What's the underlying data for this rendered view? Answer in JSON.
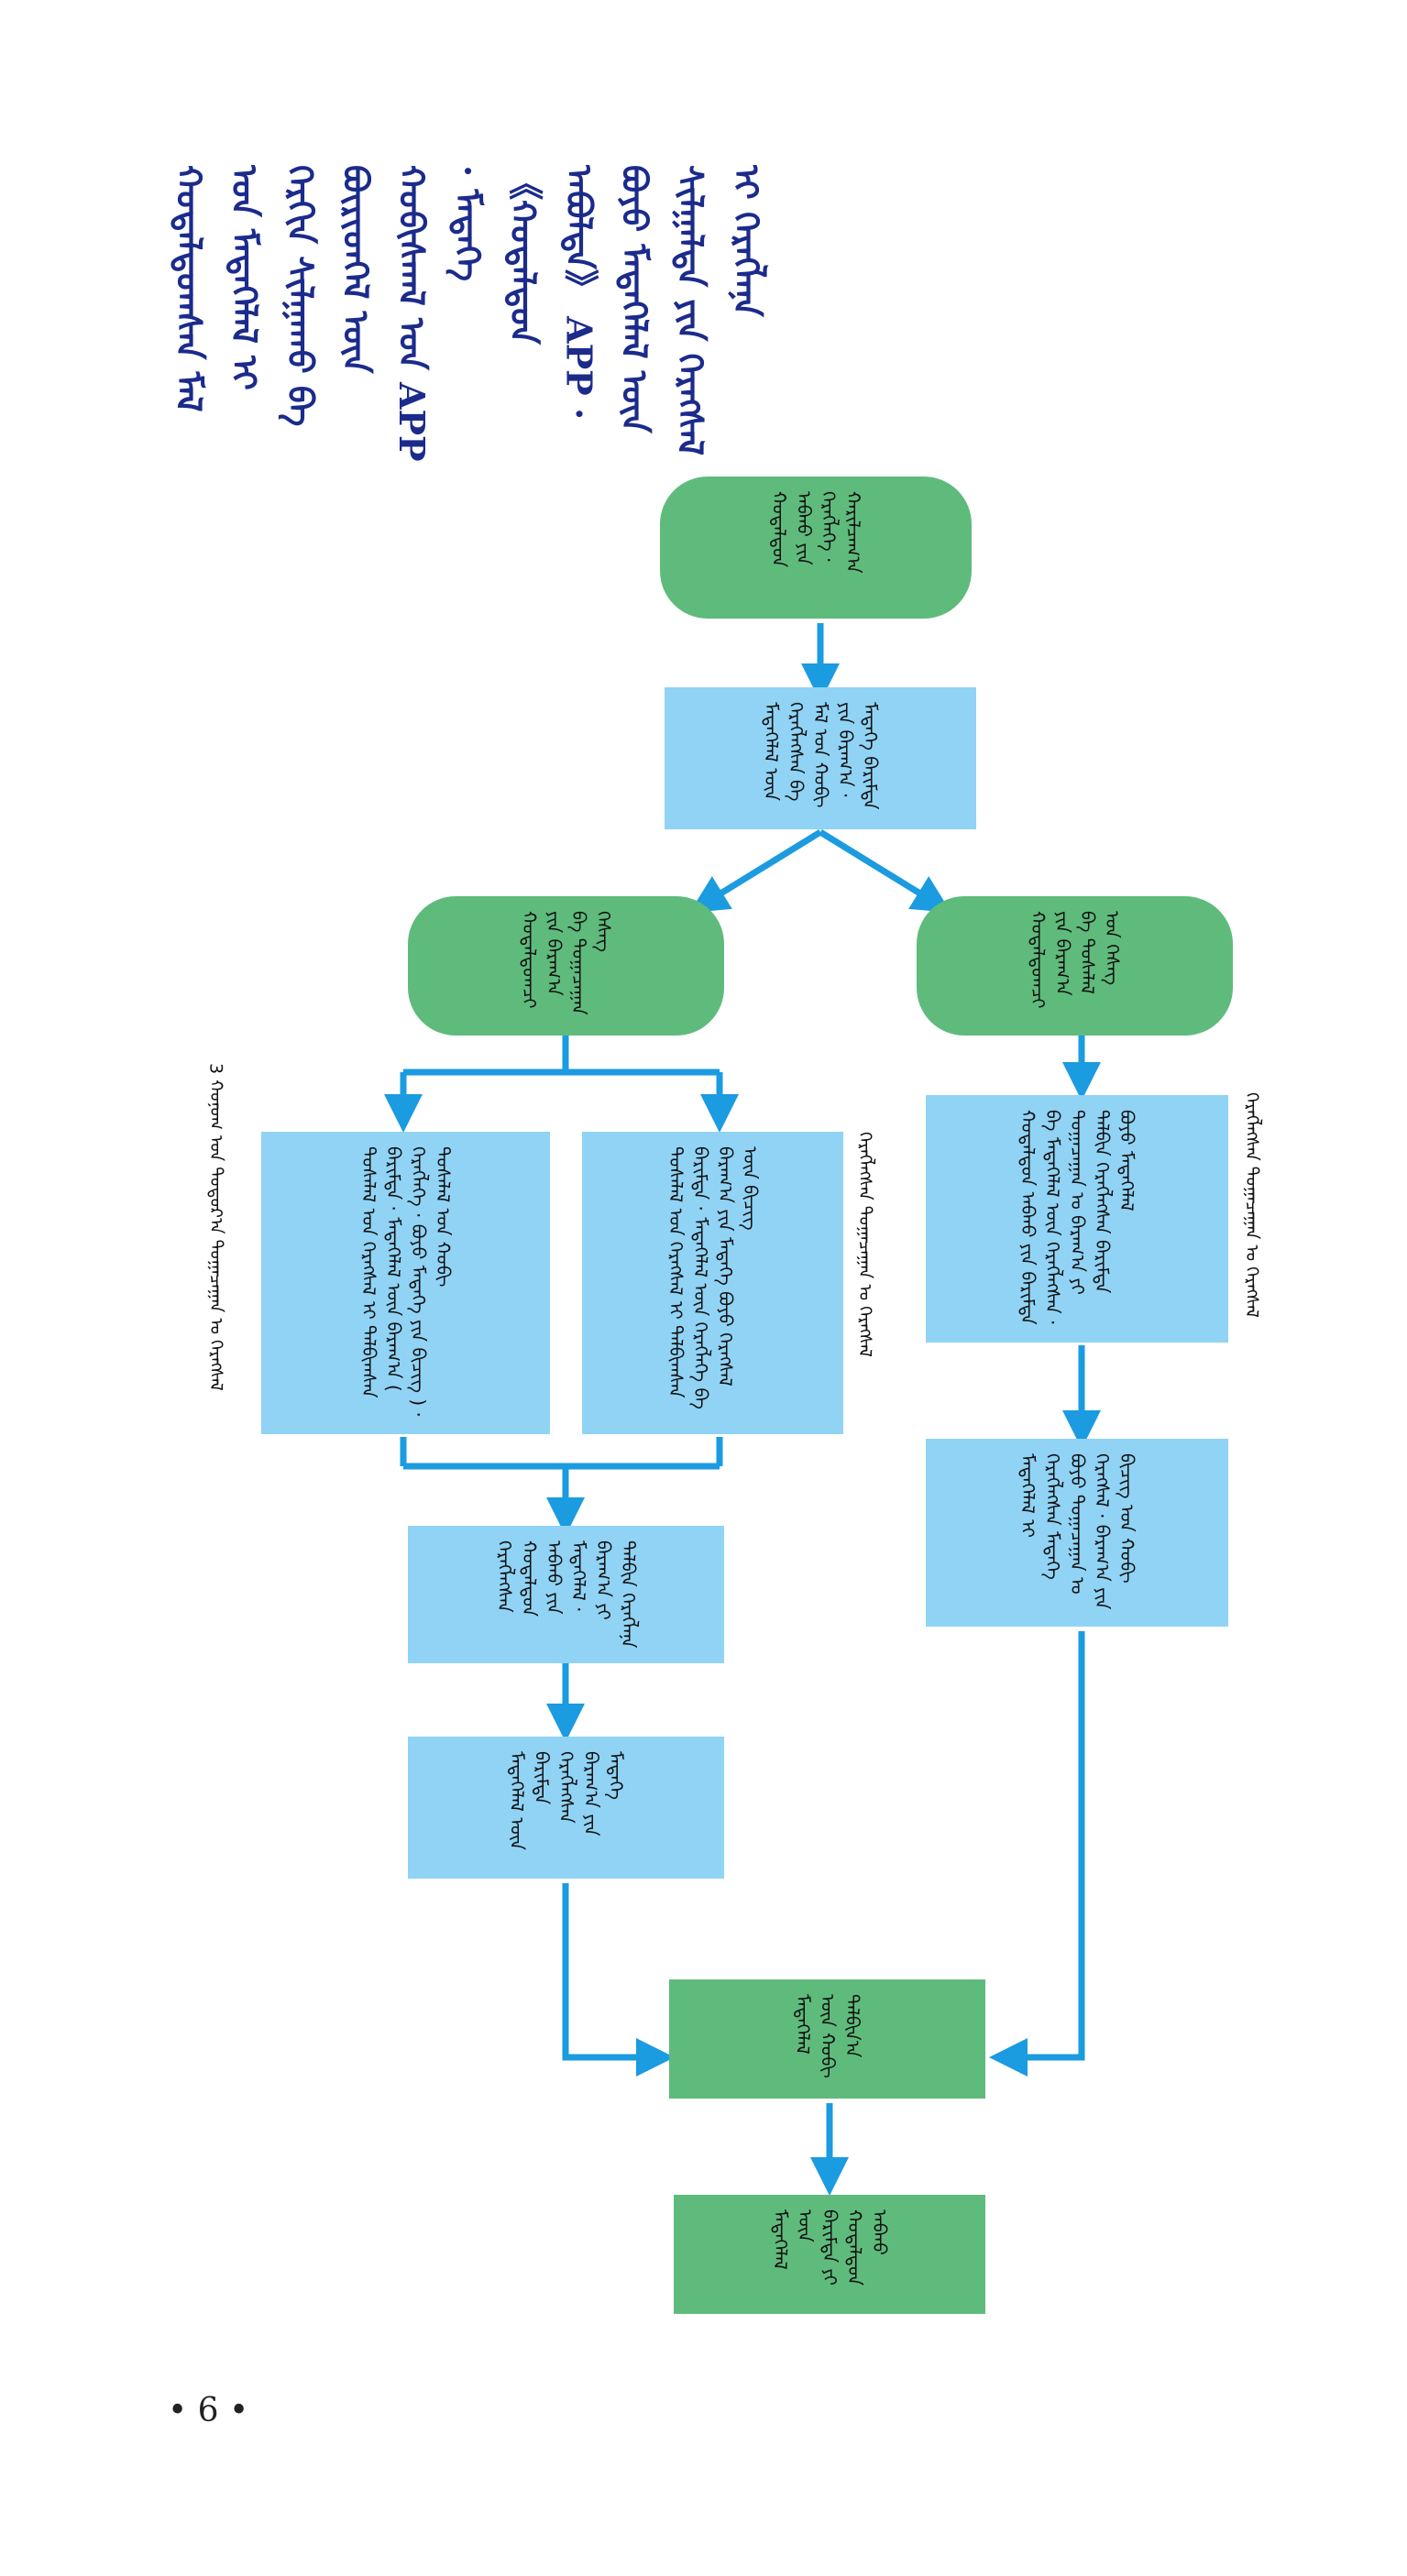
{
  "heading": "ᠬᠣᠳᠠᠯᠳᠤᠭᠰᠠᠨ ᠮᠠᠯ ᠤᠨ ᠮᠡᠳᠡᠭᠡᠯᠡᠯ ᠢ ᠬᠡᠷᠬᠢᠨ ᠰᠢᠯᠭᠠᠬᠤ ᠪᠡ ᠪᠦᠷᠢᠳᠬᠡᠯ ᠦᠨ ᠬᠤᠪᠢᠰᠬᠠᠯ ᠤᠨ APP · ᠮᠡᠳᠡᠭᠡ 《ᠬᠤᠳᠠᠯᠳᠤᠨ ᠠᠪᠤᠯᠲᠠ》 APP · ᠪᠤᠶᠤ ᠮᠡᠳᠡᠭᠡᠯᠡᠯ ᠦᠨ ᠰᠢᠯᠭᠠᠯᠲᠠ ᠶᠢᠨ ᠬᠡᠷᠡᠭᠰᠡᠯ ᠢ ᠬᠡᠷᠡᠭᠯᠡᠨᠡ",
  "flow": {
    "n1": "ᠬᠤᠳᠠᠯᠳᠤᠨ ᠠᠪᠬᠤ ᠶᠢᠨ ᠬᠡᠷᠡᠭᠯᠡᠭᠡ · ᠬᠠᠷᠢᠯᠴᠠᠭ᠎ᠠ",
    "n2": "ᠮᠡᠳᠡᠭᠡᠯᠡᠯ ᠦᠨ ᠬᠡᠷᠡᠭᠯᠡᠭᠰᠡᠨ ᠪᠠ ᠮᠠᠯ ᠤᠨ ᠬᠤᠪᠢ ᠶᠢᠨ ᠪᠠᠷᠠᠭ᠎ᠠ · ᠮᠡᠳᠡᠭᠡ ᠪᠠᠷᠢᠮᠲᠠ",
    "n3": "ᠬᠤᠳᠠᠯᠳᠤᠭᠴᠢ ᠶᠢᠨ ᠪᠠᠷᠠᠭ᠎ᠠ ᠪᠠ ᠲᠣᠭᠠᠴᠠᠭᠠᠨ ᠬᠡᠰᠡᠭ",
    "n4": "ᠬᠤᠳᠠᠯᠳᠤᠭᠴᠢ ᠶᠢᠨ ᠪᠠᠷᠠᠭ᠎ᠠ ᠪᠠ ᠲᠤᠰᠠᠯᠠᠯ ᠤᠨ ᠬᠡᠰᠡᠭ",
    "n5": "ᠬᠤᠳᠠᠯᠳᠤᠨ ᠠᠪᠬᠤ ᠶᠢᠨ ᠪᠠᠷᠢᠮᠲᠠ ᠪᠠ ᠮᠡᠳᠡᠭᠡᠯᠡᠯ ᠦᠨ ᠬᠡᠷᠡᠭᠯᠡᠭᠰᠡᠨ · ᠲᠣᠭᠠᠴᠠᠭᠠᠨ ᠤ ᠪᠠᠷᠠᠭ᠎ᠠ ᠶᠢ ᠲᠠᠯᠪᠢᠨ ᠬᠡᠷᠡᠭᠯᠡᠭᠰᠡᠨ ᠪᠠᠷᠢᠮᠲᠠ ᠪᠤᠶᠤ ᠮᠡᠳᠡᠭᠡᠯᠡᠯ",
    "n6": "ᠮᠡᠳᠡᠭᠡᠯᠡᠯ ᠢ ᠬᠡᠷᠡᠭᠯᠡᠭᠰᠡᠨ ᠮᠡᠳᠡᠭᠡ ᠪᠤᠶᠤ ᠲᠣᠭᠠᠴᠠᠭᠠᠨ ᠤ ᠬᠡᠷᠡᠭᠰᠡᠯ · ᠪᠠᠷᠠᠭ᠎ᠠ ᠶᠢᠨ ᠪᠢᠴᠢᠭ ᠤᠨ ᠬᠤᠪᠢ",
    "n7": "ᠲᠤᠰᠠᠯᠠᠯ ᠤᠨ ᠬᠡᠷᠡᠭᠰᠡᠯ ᠢ ᠲᠠᠯᠪᠢᠭᠰᠠᠨ ᠪᠠᠷᠢᠮᠲᠠ · ᠮᠡᠳᠡᠭᠡᠯᠡᠯ ᠦᠨ ᠬᠡᠷᠡᠭᠯᠡᠭᠡ ᠪᠠ ᠪᠠᠷᠠᠭ᠎ᠠ ᠶᠢᠨ ᠮᠡᠳᠡᠭᠡ ᠪᠤᠶᠤ ᠬᠡᠷᠡᠭᠰᠡᠯ ᠦᠨ ᠪᠢᠴᠢᠭ",
    "n8": "ᠲᠤᠰᠠᠯᠠᠯ ᠤᠨ ᠬᠡᠷᠡᠭᠰᠡᠯ ᠢ ᠲᠠᠯᠪᠢᠭᠰᠠᠨ ᠪᠠᠷᠢᠮᠲᠠ · ᠮᠡᠳᠡᠭᠡᠯᠡᠯ ᠦᠨ ᠪᠠᠷᠠᠭ᠎ᠠ ( ᠬᠡᠷᠡᠭᠯᠡᠭᠡ · ᠪᠤᠶᠤ ᠮᠡᠳᠡᠭᠡ ᠶᠢᠨ ᠪᠢᠴᠢᠭ ) · ᠲᠤᠰᠠᠯᠠᠯ ᠤᠨ ᠬᠤᠪᠢ",
    "n9": "ᠬᠡᠷᠡᠭᠯᠡᠭᠰᠡᠨ ᠬᠤᠳᠠᠯᠳᠤᠨ ᠠᠪᠬᠤ ᠶᠢᠨ ᠮᠡᠳᠡᠭᠡᠯᠡᠯ · ᠪᠠᠷᠠᠭ᠎ᠠ ᠶᠢ ᠲᠠᠯᠪᠢᠨ ᠬᠡᠷᠡᠭᠯᠡᠨᠡ",
    "n10": "ᠮᠡᠳᠡᠭᠡᠯᠡᠯ ᠦᠨ ᠪᠠᠷᠢᠮᠲᠠ ᠬᠡᠷᠡᠭᠯᠡᠭᠰᠡᠨ ᠪᠠᠷᠠᠭ᠎ᠠ ᠶᠢᠨ ᠮᠡᠳᠡᠭᠡ",
    "n11": "ᠮᠡᠳᠡᠭᠡᠯᠡᠯ ᠦᠨ ᠬᠤᠪᠢ ᠲᠠᠯᠪᠢᠨ᠎ᠠ",
    "n12": "ᠮᠡᠳᠡᠭᠡᠯᠡᠯ ᠦᠨ ᠪᠠᠷᠢᠮᠲᠠ ᠶᠢ ᠬᠤᠳᠠᠯᠳᠤᠨ ᠠᠪᠬᠤ"
  },
  "captions": {
    "c1": "ᠬᠡᠷᠡᠭᠯᠡᠭᠰᠡᠨ ᠲᠣᠭᠠᠴᠠᠭᠠᠨ ᠤ ᠬᠡᠷᠡᠭᠰᠡᠯ",
    "c2": "ᠬᠡᠷᠡᠭᠯᠡᠭᠰᠡᠨ ᠲᠣᠭᠠᠴᠠᠭᠠᠨ ᠤ ᠬᠡᠷᠡᠭᠰᠡᠯ",
    "c3": "3 ᠬᠤᠨᠤᠭ ᠤᠨ ᠳᠣᠲᠣᠷ᠎ᠠ ᠲᠣᠭᠠᠴᠠᠭᠠᠨ ᠤ ᠬᠡᠷᠡᠭᠰᠡᠯ"
  },
  "page_number": "• 6 •",
  "colors": {
    "green": "#5fbb7c",
    "blue": "#90d3f5",
    "arrow": "#1b9be0",
    "heading": "#1b2b8c"
  }
}
